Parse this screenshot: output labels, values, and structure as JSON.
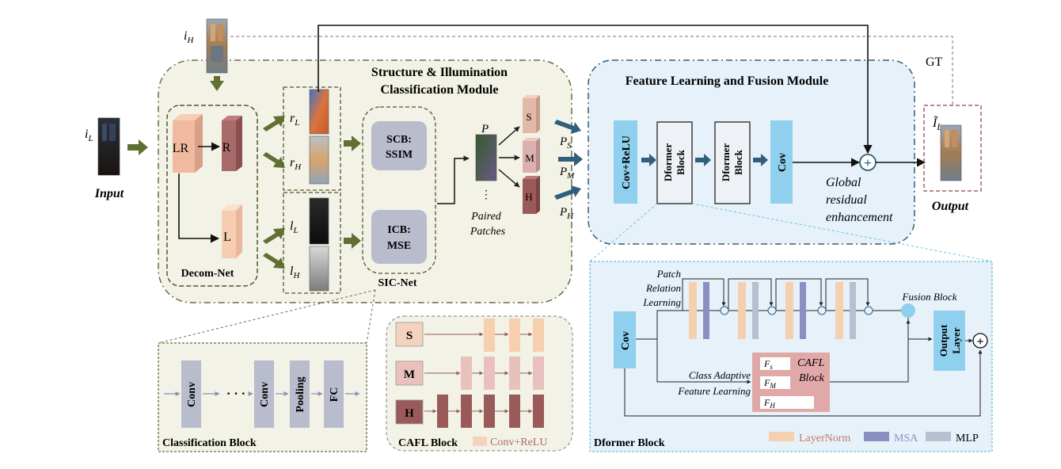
{
  "labels": {
    "i_H": "iH",
    "i_L": "iL",
    "input": "Input",
    "sic_title_line1": "Structure & Illumination",
    "sic_title_line2": "Classification Module",
    "decom_lr": "LR",
    "decom_r": "R",
    "decom_l": "L",
    "decom_net": "Decom-Net",
    "r_L": "rL",
    "r_H": "rH",
    "l_L": "lL",
    "l_H": "lH",
    "scb_line1": "SCB:",
    "scb_line2": "SSIM",
    "icb_line1": "ICB:",
    "icb_line2": "MSE",
    "sic_net": "SIC-Net",
    "patch_p": "P",
    "patch_dots": "⋮",
    "paired_line1": "Paired",
    "paired_line2": "Patches",
    "cls_s": "S",
    "cls_m": "M",
    "cls_h": "H",
    "p_s": "PS",
    "p_m": "PM",
    "p_h": "PH",
    "flf_title": "Feature Learning and Fusion Module",
    "cov_relu": "Cov+ReLU",
    "dformer1_line1": "Dformer",
    "dformer1_line2": "Block",
    "dformer2_line1": "Dformer",
    "dformer2_line2": "Block",
    "cov": "Cov",
    "plus": "+",
    "global_line1": "Global",
    "global_line2": "residual",
    "global_line3": "enhancement",
    "gt": "GT",
    "out_label": "IL",
    "output": "Output",
    "cls_block_title": "Classification Block",
    "cls_conv1": "Conv",
    "cls_dots": "· · ·",
    "cls_conv2": "Conv",
    "cls_pooling": "Pooling",
    "cls_fc": "FC",
    "cafl_s": "S",
    "cafl_m": "M",
    "cafl_h": "H",
    "cafl_title": "CAFL Block",
    "cafl_legend": "Conv+ReLU",
    "df_cov": "Cov",
    "patch_rel_line1": "Patch",
    "patch_rel_line2": "Relation",
    "patch_rel_line3": "Learning",
    "fusion_block": "Fusion Block",
    "output_layer_line1": "Output",
    "output_layer_line2": "Layer",
    "class_adaptive_line1": "Class Adaptive",
    "class_adaptive_line2": "Feature Learning",
    "f_s": "Fs",
    "f_m": "FM",
    "f_h": "FH",
    "cafl_block_line1": "CAFL",
    "cafl_block_line2": "Block",
    "dformer_block_title": "Dformer Block",
    "legend_layernorm": "LayerNorm",
    "legend_msa": "MSA",
    "legend_mlp": "MLP"
  },
  "colors": {
    "olive_arrow": "#5e7033",
    "teal_arrow": "#2f5f7a",
    "module_bg": "#f3f2e6",
    "flf_bg": "#e6f1f9",
    "cov_blue": "#8fd0ee",
    "gray_block": "#b8bccd",
    "layernorm": "#f6cfae",
    "msa": "#8a8fc2",
    "mlp": "#b9bed0",
    "s_color": "#e3b8a8",
    "h_color": "#9b5a5a"
  }
}
